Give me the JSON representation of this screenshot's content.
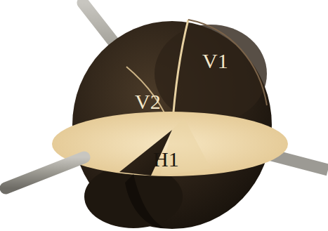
{
  "diagram": {
    "labels": [
      "V1",
      "V2",
      "H1"
    ]
  }
}
